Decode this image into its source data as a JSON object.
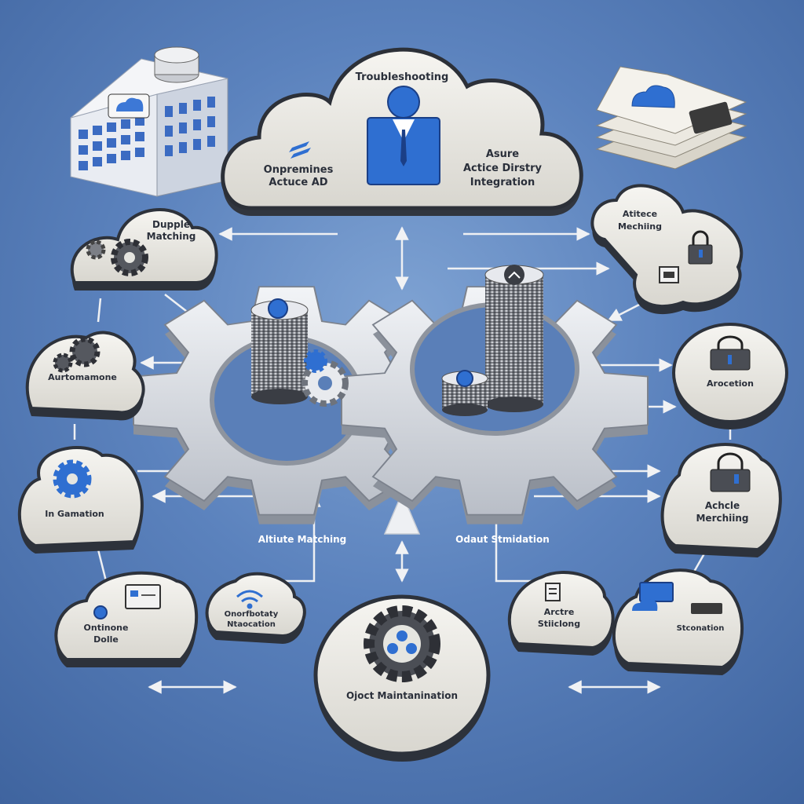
{
  "cloud": {
    "title": "Troubleshooting",
    "left_line1": "Onpremines",
    "left_line2": "Actuce AD",
    "right_line1": "Asure",
    "right_line2": "Actice Dirstry",
    "right_line3": "Integration"
  },
  "nodes": {
    "left_top_line1": "Dupple",
    "left_top_line2": "Matching",
    "left_mid": "Aurtomamone",
    "left_low": "In Gamation",
    "bottom_left_line1": "Ontinone",
    "bottom_left_line2": "Dolle",
    "bottom_inner_left_line1": "Onorfbotaty",
    "bottom_inner_left_line2": "Ntaocation",
    "bottom_center": "Ojoct Maintanination",
    "bottom_inner_right_line1": "Arctre",
    "bottom_inner_right_line2": "Stiiclong",
    "bottom_right": "Stconation",
    "right_top_line1": "Atitece",
    "right_top_line2": "Mechiing",
    "right_mid": "Arocetion",
    "right_low_line1": "Achcle",
    "right_low_line2": "Merchiing"
  },
  "floating": {
    "left": "Altiute Matching",
    "right": "Odaut Stmidation"
  },
  "colors": {
    "background": "#5b82bd",
    "accent_blue": "#2f6fd1",
    "node_fill": "#ecebe6",
    "node_border": "#3a3f4a",
    "gear_fill": "#d9dce1"
  }
}
